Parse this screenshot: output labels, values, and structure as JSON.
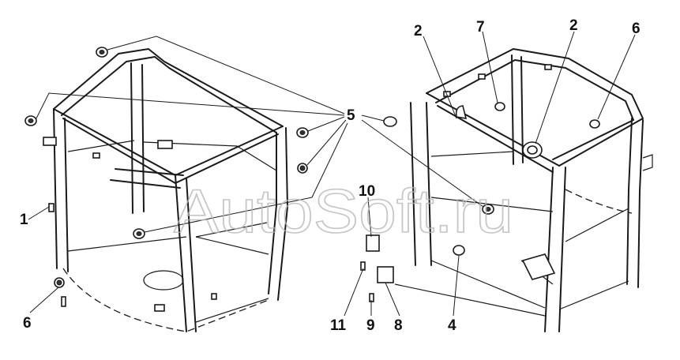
{
  "callouts": [
    "1",
    "2",
    "2",
    "4",
    "5",
    "6",
    "6",
    "7",
    "8",
    "9",
    "10",
    "11"
  ],
  "watermark": "AutoSoft.ru"
}
